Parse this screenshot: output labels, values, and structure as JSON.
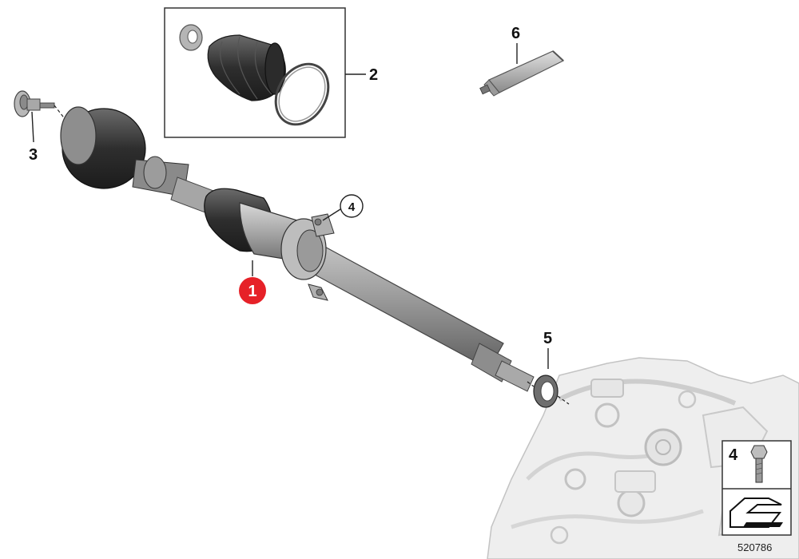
{
  "diagram": {
    "callouts": {
      "drive_shaft": "1",
      "repair_kit_bellows": "2",
      "collar_screw": "3",
      "hex_bolt_circle": "4",
      "shaft_seal": "5",
      "grease_tube": "6"
    },
    "legend_box": {
      "ref": "4"
    },
    "diagram_number": "520786",
    "colors": {
      "highlight_red": "#e62128",
      "line": "#222222",
      "part_grey": "#9a9a9a",
      "boot_dark": "#3a3a3a"
    }
  }
}
